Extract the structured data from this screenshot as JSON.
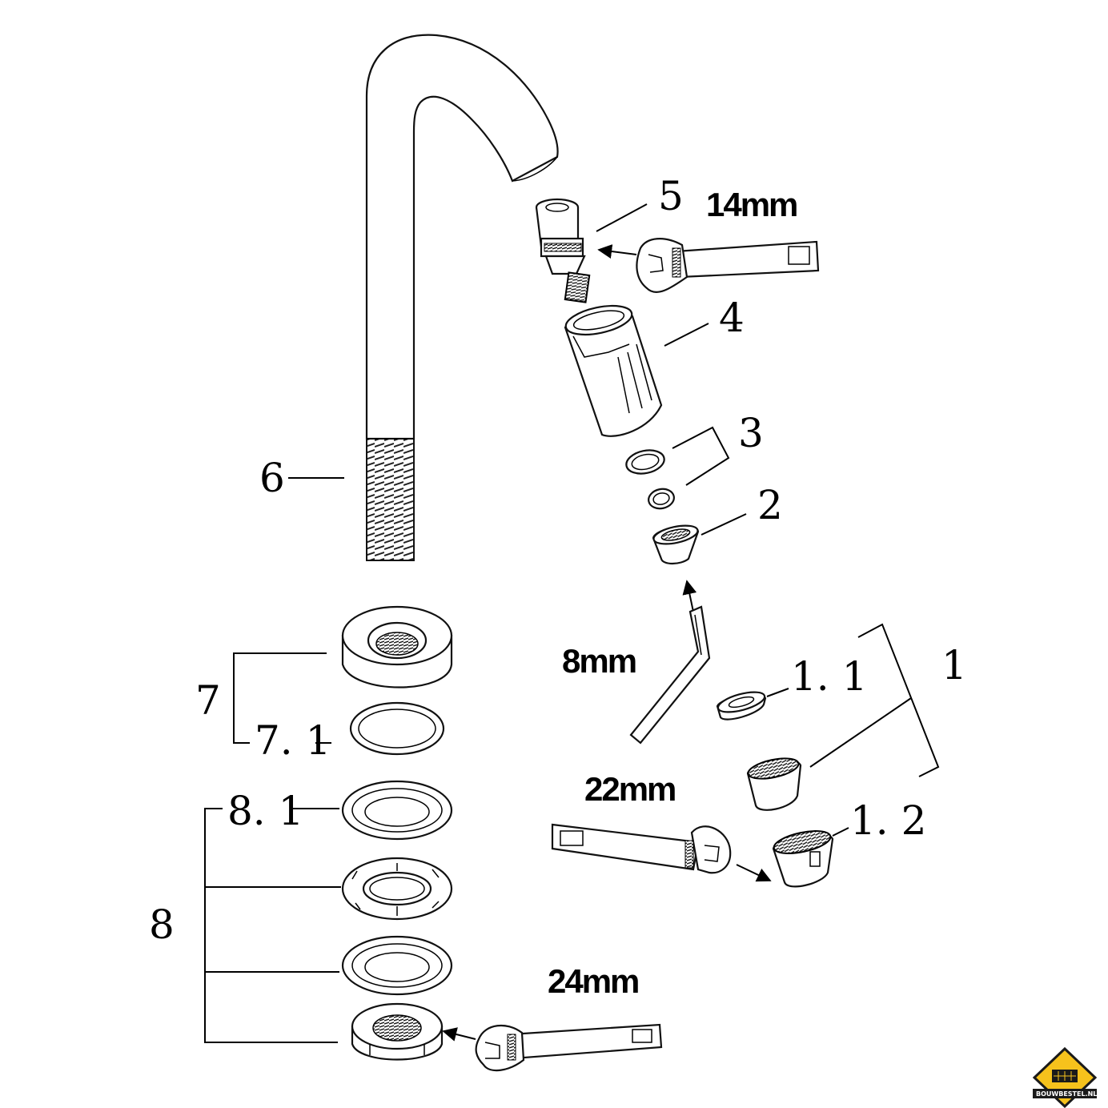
{
  "labels": {
    "l1": "1",
    "l1_1": "1. 1",
    "l1_2": "1. 2",
    "l2": "2",
    "l3": "3",
    "l4": "4",
    "l5": "5",
    "l6": "6",
    "l7": "7",
    "l7_1": "7. 1",
    "l8": "8",
    "l8_1": "8. 1"
  },
  "tools": {
    "wrench_top": "14mm",
    "hex_key": "8mm",
    "wrench_mid": "22mm",
    "wrench_bottom": "24mm"
  },
  "logo": {
    "text": "BOUWBESTEL.NL",
    "color_primary": "#f6c21c",
    "color_dark": "#1a1a1a"
  }
}
